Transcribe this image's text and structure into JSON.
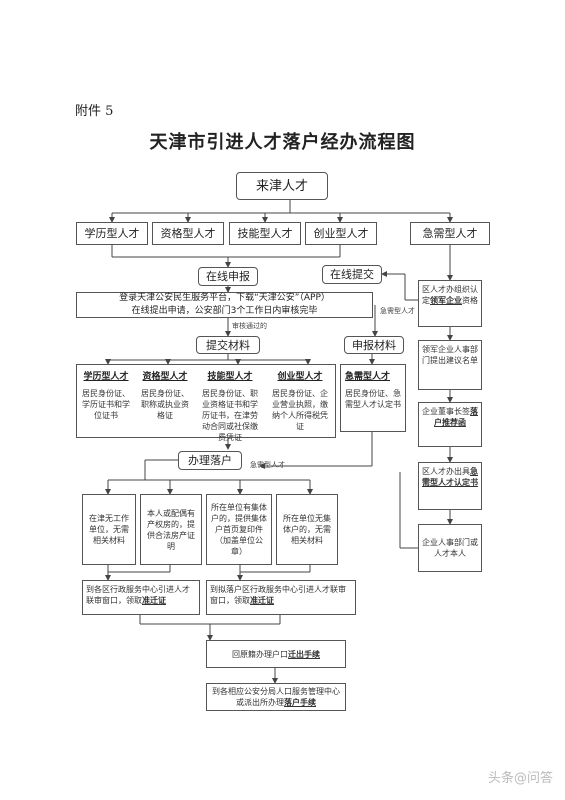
{
  "annex_label": "附件 5",
  "title": "天津市引进人才落户经办流程图",
  "top": "来津人才",
  "categories": [
    "学历型人才",
    "资格型人才",
    "技能型人才",
    "创业型人才",
    "急需型人才"
  ],
  "online_apply": "在线申报",
  "online_submit": "在线提交",
  "platform_text_1": "登录天津公安民生服务平台，下载“天津公安”（APP）",
  "platform_text_2": "在线提出申请，公安部门3个工作日内审核完毕",
  "review_passed": "审核通过的",
  "urgent_note_1": "急需型人才",
  "submit_materials": "提交材料",
  "apply_materials": "申报材料",
  "materials": [
    {
      "head": "学历型人才",
      "text": "居民身份证、学历证书和学位证书"
    },
    {
      "head": "资格型人才",
      "text": "居民身份证、职称或执业资格证"
    },
    {
      "head": "技能型人才",
      "text": "居民身份证、职业资格证书和学历证书，在津劳动合同或社保缴费凭证"
    },
    {
      "head": "创业型人才",
      "text": "居民身份证、企业营业执照，缴纳个人所得税凭证"
    }
  ],
  "urgent_material": {
    "head": "急需型人才",
    "text": "居民身份证、急需型人才认定书"
  },
  "right_chain": [
    {
      "pre": "区人才办组织认定",
      "em": "领军企业",
      "post": "资格"
    },
    {
      "pre": "领军企业人事部门提出建议名单",
      "em": "",
      "post": ""
    },
    {
      "pre": "企业董事长签",
      "em": "落户推荐函",
      "post": ""
    },
    {
      "pre": "区人才办出具",
      "em": "急需型人才认定书",
      "post": ""
    },
    {
      "pre": "企业人事部门或人才本人",
      "em": "",
      "post": ""
    }
  ],
  "settle": "办理落户",
  "urgent_note_2": "急需型人才",
  "conditions": [
    "在津无工作单位，无需相关材料",
    "本人或配偶有产权房的，提供合法房产证明",
    "所在单位有集体户的，提供集体户首页复印件（加盖单位公章）",
    "所在单位无集体户的，无需相关材料"
  ],
  "office_1": {
    "pre": "到各区行政服务中心引进人才联审窗口，领取",
    "em": "准迁证"
  },
  "office_2": {
    "pre": "到拟落户区行政服务中心引进人才联审窗口，领取",
    "em": "准迁证"
  },
  "moveout": {
    "pre": "回原籍办理户口",
    "em": "迁出手续"
  },
  "final": {
    "pre": "到各相应公安分局人口服务管理中心或派出所办理",
    "em": "落户手续"
  },
  "watermark": "头条@问答"
}
